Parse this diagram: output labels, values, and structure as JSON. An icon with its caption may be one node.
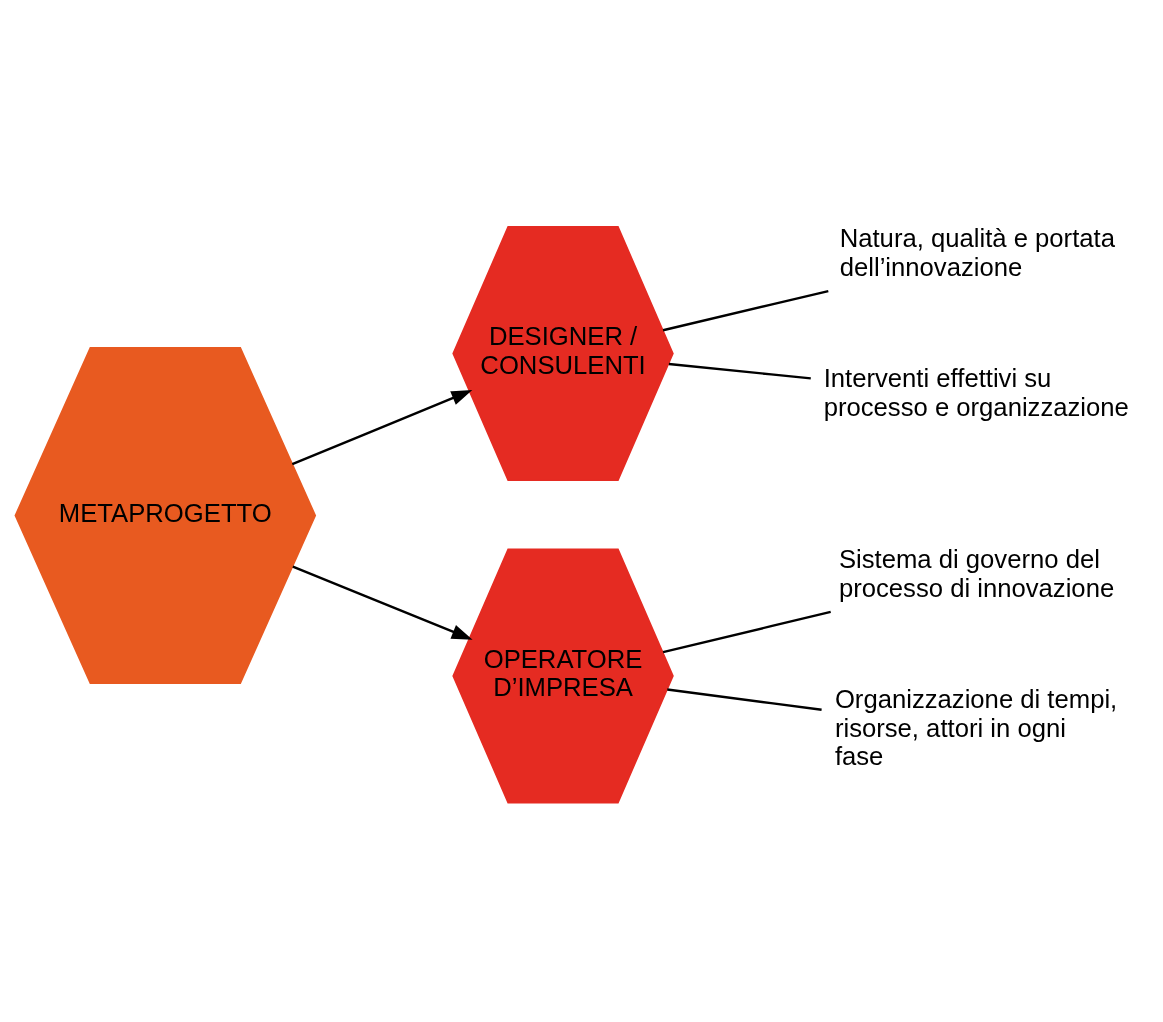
{
  "diagram": {
    "nodes": [
      {
        "text": [
          "METAPROGETTO"
        ]
      },
      {
        "text": [
          "DESIGNER / CONSULENTI"
        ]
      },
      {
        "text": [
          "OPERATORE D’IMPRESA"
        ]
      },
      {
        "text": [
          "Natura, qualità e portata dell’innovazione"
        ]
      },
      {
        "text": [
          "Interventi effettivi su processo e organizzazione"
        ]
      },
      {
        "text": [
          "Sistema di governo del processo di innovazione"
        ]
      },
      {
        "text": [
          "Organizzazione di tempi, risorse, attori in ogni fase"
        ]
      }
    ],
    "edges": [
      {
        "from": 0,
        "to": 1,
        "arrow": "to"
      },
      {
        "from": 0,
        "to": 2,
        "arrow": "to"
      },
      {
        "from": 1,
        "to": 3,
        "arrow": "none"
      },
      {
        "from": 1,
        "to": 4,
        "arrow": "none"
      },
      {
        "from": 2,
        "to": 5,
        "arrow": "none"
      },
      {
        "from": 2,
        "to": 6,
        "arrow": "none"
      }
    ]
  }
}
